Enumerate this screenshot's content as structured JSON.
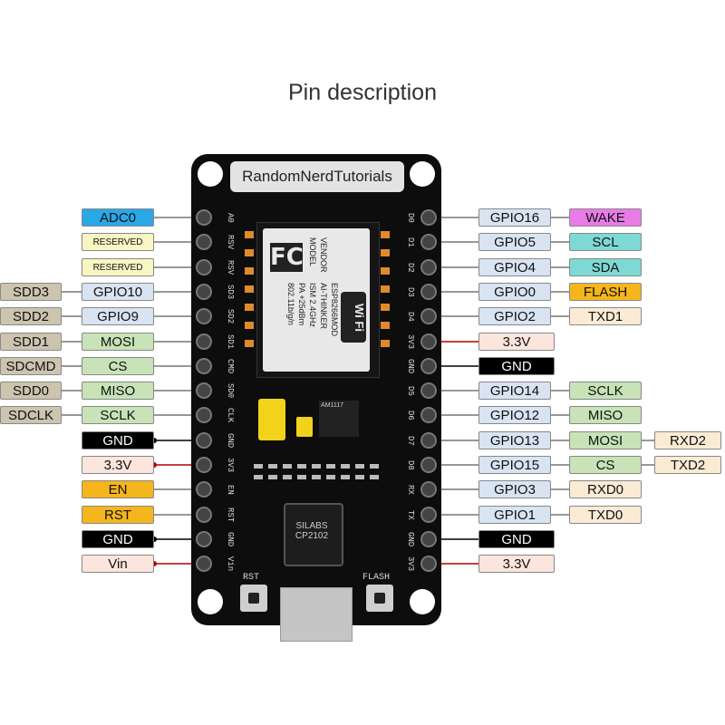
{
  "title": "Pin description",
  "brand": "RandomNerdTutorials",
  "module": {
    "fc": "FC",
    "model_lines": [
      "MODEL",
      "VENDOR"
    ],
    "info_lines": [
      "ESP8266MOD",
      "AI-THINKER",
      "ISM 2.4GHz",
      "PA +25dBm",
      "802.11b/g/n"
    ],
    "wifi": "Wi Fi",
    "regulator": "AM1117",
    "chip": "SILABS CP2102",
    "rst_label": "RST",
    "flash_label": "FLASH"
  },
  "colors": {
    "analog": "#2aa8e6",
    "reserved": "#f8f6c2",
    "sdio": "#cdc4b0",
    "spi": "#c7e3b7",
    "gnd": "#000000",
    "power": "#fbe5dc",
    "control": "#f5b51c",
    "gpio": "#d9e4f3",
    "wake": "#e77ce6",
    "i2c": "#7ed9d4",
    "uart": "#fbebd4"
  },
  "left_pins": [
    {
      "name": "A0",
      "labels": [
        {
          "text": "ADC0",
          "type": "analog"
        }
      ]
    },
    {
      "name": "RSV",
      "labels": [
        {
          "text": "RESERVED",
          "type": "reserved"
        }
      ]
    },
    {
      "name": "RSV",
      "labels": [
        {
          "text": "RESERVED",
          "type": "reserved"
        }
      ]
    },
    {
      "name": "SD3",
      "labels": [
        {
          "text": "GPIO10",
          "type": "gpio"
        },
        {
          "text": "SDD3",
          "type": "sdio"
        }
      ]
    },
    {
      "name": "SD2",
      "labels": [
        {
          "text": "GPIO9",
          "type": "gpio"
        },
        {
          "text": "SDD2",
          "type": "sdio"
        }
      ]
    },
    {
      "name": "SD1",
      "labels": [
        {
          "text": "MOSI",
          "type": "spi"
        },
        {
          "text": "SDD1",
          "type": "sdio"
        }
      ]
    },
    {
      "name": "CMD",
      "labels": [
        {
          "text": "CS",
          "type": "spi"
        },
        {
          "text": "SDCMD",
          "type": "sdio"
        }
      ]
    },
    {
      "name": "SD0",
      "labels": [
        {
          "text": "MISO",
          "type": "spi"
        },
        {
          "text": "SDD0",
          "type": "sdio"
        }
      ]
    },
    {
      "name": "CLK",
      "labels": [
        {
          "text": "SCLK",
          "type": "spi"
        },
        {
          "text": "SDCLK",
          "type": "sdio"
        }
      ]
    },
    {
      "name": "GND",
      "labels": [
        {
          "text": "GND",
          "type": "gnd"
        }
      ]
    },
    {
      "name": "3V3",
      "labels": [
        {
          "text": "3.3V",
          "type": "power"
        }
      ]
    },
    {
      "name": "EN",
      "labels": [
        {
          "text": "EN",
          "type": "control"
        }
      ]
    },
    {
      "name": "RST",
      "labels": [
        {
          "text": "RST",
          "type": "control"
        }
      ]
    },
    {
      "name": "GND",
      "labels": [
        {
          "text": "GND",
          "type": "gnd"
        }
      ]
    },
    {
      "name": "Vin",
      "labels": [
        {
          "text": "Vin",
          "type": "power"
        }
      ]
    }
  ],
  "right_pins": [
    {
      "name": "D0",
      "labels": [
        {
          "text": "GPIO16",
          "type": "gpio"
        },
        {
          "text": "WAKE",
          "type": "wake"
        }
      ]
    },
    {
      "name": "D1",
      "labels": [
        {
          "text": "GPIO5",
          "type": "gpio"
        },
        {
          "text": "SCL",
          "type": "i2c"
        }
      ]
    },
    {
      "name": "D2",
      "labels": [
        {
          "text": "GPIO4",
          "type": "gpio"
        },
        {
          "text": "SDA",
          "type": "i2c"
        }
      ]
    },
    {
      "name": "D3",
      "labels": [
        {
          "text": "GPIO0",
          "type": "gpio"
        },
        {
          "text": "FLASH",
          "type": "control"
        }
      ]
    },
    {
      "name": "D4",
      "labels": [
        {
          "text": "GPIO2",
          "type": "gpio"
        },
        {
          "text": "TXD1",
          "type": "uart"
        }
      ]
    },
    {
      "name": "3V3",
      "labels": [
        {
          "text": "3.3V",
          "type": "power"
        }
      ]
    },
    {
      "name": "GND",
      "labels": [
        {
          "text": "GND",
          "type": "gnd"
        }
      ]
    },
    {
      "name": "D5",
      "labels": [
        {
          "text": "GPIO14",
          "type": "gpio"
        },
        {
          "text": "SCLK",
          "type": "spi"
        }
      ]
    },
    {
      "name": "D6",
      "labels": [
        {
          "text": "GPIO12",
          "type": "gpio"
        },
        {
          "text": "MISO",
          "type": "spi"
        }
      ]
    },
    {
      "name": "D7",
      "labels": [
        {
          "text": "GPIO13",
          "type": "gpio"
        },
        {
          "text": "MOSI",
          "type": "spi"
        },
        {
          "text": "RXD2",
          "type": "uart"
        }
      ]
    },
    {
      "name": "D8",
      "labels": [
        {
          "text": "GPIO15",
          "type": "gpio"
        },
        {
          "text": "CS",
          "type": "spi"
        },
        {
          "text": "TXD2",
          "type": "uart"
        }
      ]
    },
    {
      "name": "RX",
      "labels": [
        {
          "text": "GPIO3",
          "type": "gpio"
        },
        {
          "text": "RXD0",
          "type": "uart"
        }
      ]
    },
    {
      "name": "TX",
      "labels": [
        {
          "text": "GPIO1",
          "type": "gpio"
        },
        {
          "text": "TXD0",
          "type": "uart"
        }
      ]
    },
    {
      "name": "GND",
      "labels": [
        {
          "text": "GND",
          "type": "gnd"
        }
      ]
    },
    {
      "name": "3V3",
      "labels": [
        {
          "text": "3.3V",
          "type": "power"
        }
      ]
    }
  ]
}
